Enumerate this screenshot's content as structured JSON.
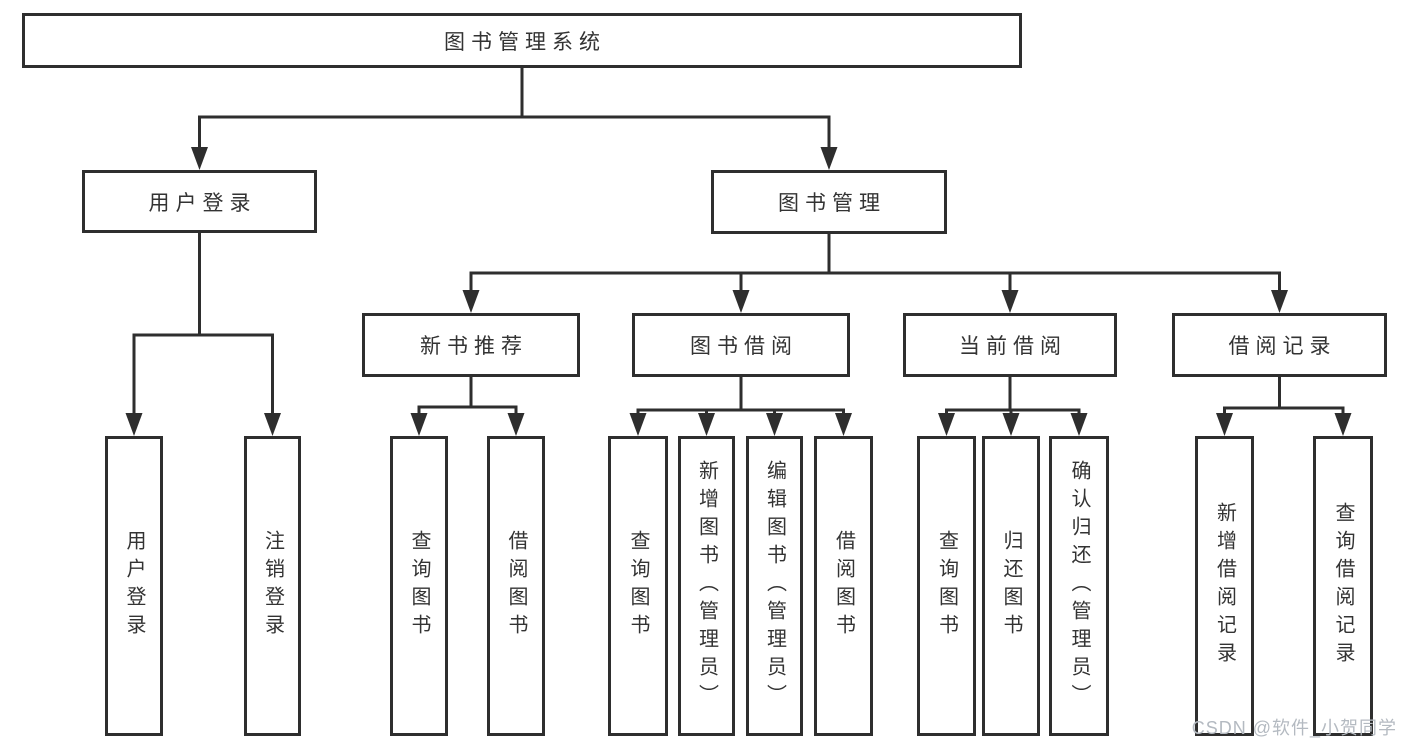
{
  "colors": {
    "line": "#2e2e2e",
    "text": "#333333",
    "background": "#ffffff",
    "watermark": "#b4bac1"
  },
  "root": {
    "label": "图书管理系统"
  },
  "level2": {
    "user_login": "用户登录",
    "book_management": "图书管理"
  },
  "level3": {
    "new_book_recommendation": "新书推荐",
    "book_borrowing": "图书借阅",
    "current_borrowing": "当前借阅",
    "borrowing_records": "借阅记录"
  },
  "leaves": {
    "user_login": "用户登录",
    "logout": "注销登录",
    "nb_query_book": "查询图书",
    "nb_borrow_book": "借阅图书",
    "bb_query_book": "查询图书",
    "bb_add_book": "新增图书（管理员）",
    "bb_edit_book": "编辑图书（管理员）",
    "bb_borrow_book": "借阅图书",
    "cb_query_book": "查询图书",
    "cb_return_book": "归还图书",
    "cb_confirm_return": "确认归还（管理员）",
    "br_add_record": "新增借阅记录",
    "br_query_record": "查询借阅记录"
  },
  "watermark": {
    "text": "CSDN @软件_小贺同学"
  }
}
